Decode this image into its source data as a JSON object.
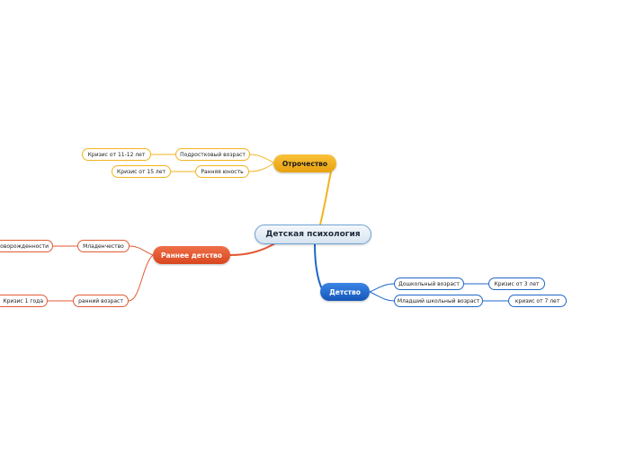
{
  "central": "Детская психология",
  "branches": {
    "adolescence": {
      "label": "Отрочество",
      "color": "#f2b41f",
      "items": [
        {
          "label": "Подростковый возраст",
          "crisis": "Кризис от 11-12 лет"
        },
        {
          "label": "Ранняя юность",
          "crisis": "Кризис от 15 лет"
        }
      ]
    },
    "early_childhood": {
      "label": "Раннее детство",
      "color": "#e25a35",
      "items": [
        {
          "label": "Младенчество",
          "crisis": "новорожденности"
        },
        {
          "label": "ранний возраст",
          "crisis": "Кризис 1 года"
        }
      ]
    },
    "childhood": {
      "label": "Детство",
      "color": "#1f67c9",
      "items": [
        {
          "label": "Дошкольный возраст",
          "crisis": "Кризис от 3 лет"
        },
        {
          "label": "Младший школьный возраст",
          "crisis": "кризис от 7 лет"
        }
      ]
    }
  }
}
